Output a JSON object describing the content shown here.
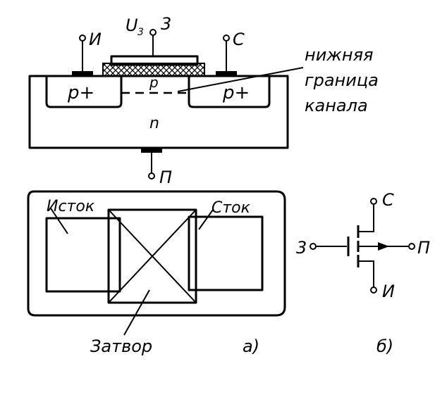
{
  "cross_section": {
    "terminal_gate_voltage": "U",
    "terminal_gate_voltage_sub": "3",
    "terminal_gate": "3",
    "terminal_source": "И",
    "terminal_drain": "С",
    "terminal_substrate": "П",
    "region_p_plus_left": "p+",
    "region_p_channel": "p",
    "region_p_plus_right": "p+",
    "region_n_substrate": "n",
    "annotation": [
      "нижняя",
      "граница",
      "канала"
    ]
  },
  "top_view": {
    "source_label": "Исток",
    "drain_label": "Сток",
    "gate_label": "Затвор",
    "caption": "а)"
  },
  "symbol": {
    "gate": "3",
    "drain": "С",
    "substrate": "П",
    "source": "И",
    "caption": "б)"
  }
}
